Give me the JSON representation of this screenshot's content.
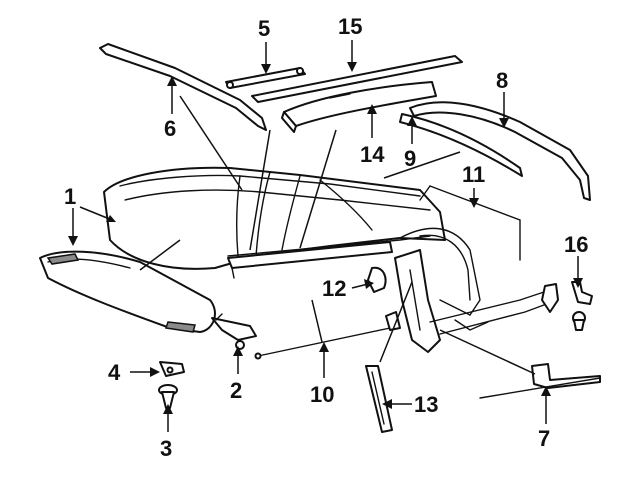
{
  "diagram": {
    "colors": {
      "line": "#111111",
      "shade": "#8a8a8a",
      "background": "#ffffff"
    },
    "callouts": [
      {
        "id": "1",
        "label": "1"
      },
      {
        "id": "2",
        "label": "2"
      },
      {
        "id": "3",
        "label": "3"
      },
      {
        "id": "4",
        "label": "4"
      },
      {
        "id": "5",
        "label": "5"
      },
      {
        "id": "6",
        "label": "6"
      },
      {
        "id": "7",
        "label": "7"
      },
      {
        "id": "8",
        "label": "8"
      },
      {
        "id": "9",
        "label": "9"
      },
      {
        "id": "10",
        "label": "10"
      },
      {
        "id": "11",
        "label": "11"
      },
      {
        "id": "12",
        "label": "12"
      },
      {
        "id": "13",
        "label": "13"
      },
      {
        "id": "14",
        "label": "14"
      },
      {
        "id": "15",
        "label": "15"
      },
      {
        "id": "16",
        "label": "16"
      }
    ]
  }
}
